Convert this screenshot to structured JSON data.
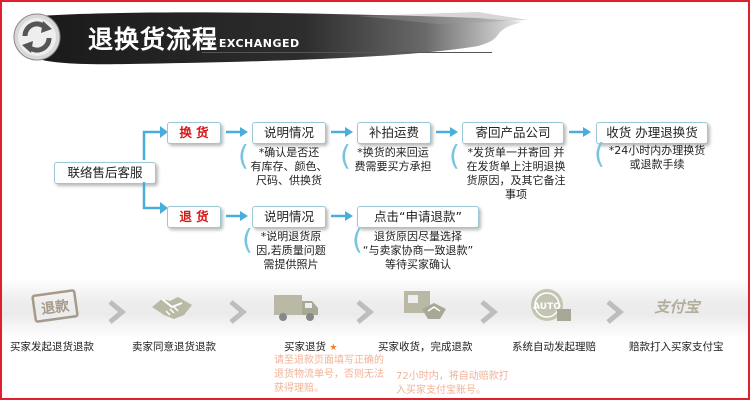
{
  "header": {
    "title": "退换货流程",
    "subtitle": "/ EXCHANGED"
  },
  "flow": {
    "start": "联络售后客服",
    "exchange": {
      "label": "换 货",
      "steps": [
        "说明情况",
        "补拍运费",
        "寄回产品公司",
        "收货 办理退换货"
      ],
      "notes": [
        [
          "*确认是否还",
          "有库存、颜色、",
          "尺码、供换货"
        ],
        [
          "*换货的来回运",
          "费需要买方承担"
        ],
        [
          "*发货单一并寄回 并",
          "在发货单上注明退换",
          "货原因，及其它备注",
          "事项"
        ],
        [
          "*24小时内办理换货",
          "或退款手续"
        ]
      ]
    },
    "refund": {
      "label": "退 货",
      "steps": [
        "说明情况",
        "点击“申请退款”"
      ],
      "notes": [
        [
          "*说明退货原",
          "因,若质量问题",
          "需提供照片"
        ],
        [
          "退货原因尽量选择",
          "“与卖家协商一致退款”",
          "等待买家确认"
        ]
      ]
    }
  },
  "process": {
    "steps": [
      {
        "label": "买家发起退货退款",
        "icon": "refund-stamp-icon",
        "icon_text": "退款"
      },
      {
        "label": "卖家同意退货退款",
        "icon": "handshake-icon"
      },
      {
        "label": "买家退货",
        "icon": "truck-icon",
        "starred": true
      },
      {
        "label": "买家收货，完成退款",
        "icon": "package-delivery-icon"
      },
      {
        "label": "系统自动发起理赔",
        "icon": "auto-coin-icon",
        "icon_text": "AUTO"
      },
      {
        "label": "赔款打入买家支付宝",
        "icon": "alipay-logo-icon",
        "icon_text": "支付宝"
      }
    ],
    "star": "★",
    "faint_note_1": [
      "请至退款页面填写正确的",
      "退货物流单号，否则无法",
      "获得理赔。"
    ],
    "faint_note_2": [
      "72小时内，将自动赔款打",
      "入买家支付宝账号。"
    ]
  },
  "colors": {
    "border": "#e0202c",
    "accent_red": "#d61a1a",
    "arrow_blue": "#4aaedc",
    "box_border": "#9cc8d6",
    "faint_text": "#f0a486"
  }
}
